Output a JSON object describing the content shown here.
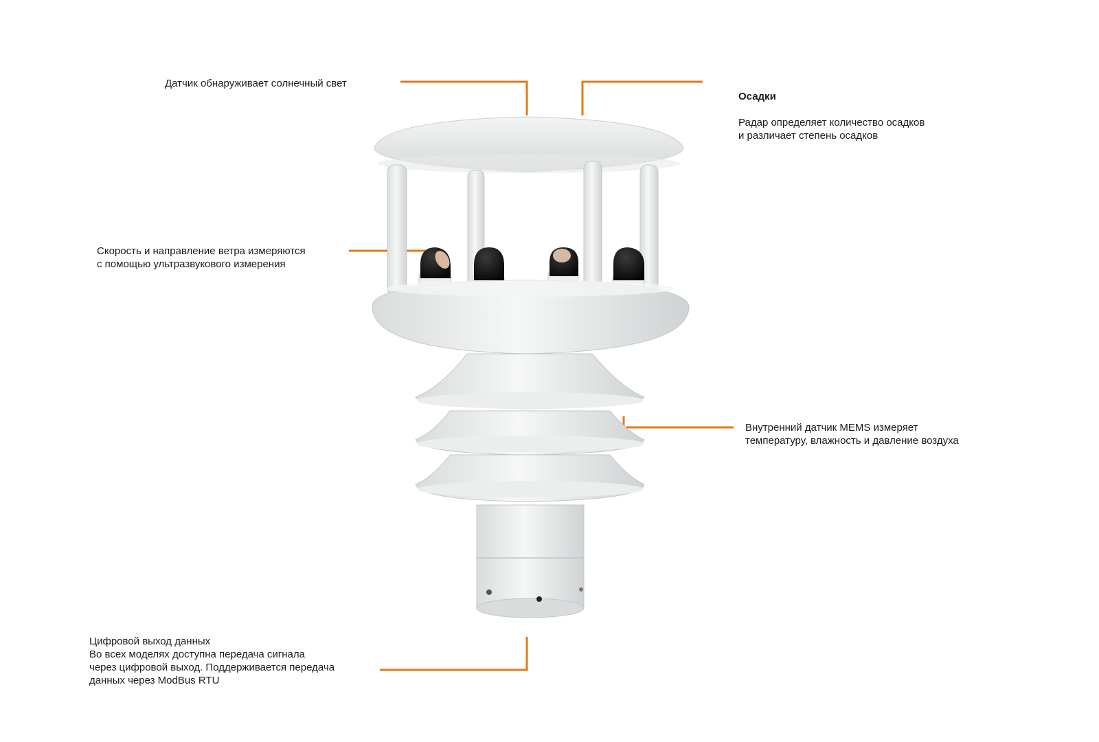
{
  "accent_color": "#e07b1a",
  "device_name": "weather-station-sensor",
  "labels": {
    "sunlight": "Датчик обнаруживает солнечный свет",
    "precipitation_title": "Осадки",
    "precipitation_text": "Радар определяет количество осадков\nи различает степень осадков",
    "wind": "Скорость и направление ветра измеряются\nс помощью ультразвукового измерения",
    "mems": "Внутренний датчик MEMS измеряет\nтемпературу, влажность и давление воздуха",
    "data_output": "Цифровой выход данных\nВо всех моделях доступна передача сигнала\nчерез цифровой выход. Поддерживается передача\nданных через ModBus RTU"
  }
}
